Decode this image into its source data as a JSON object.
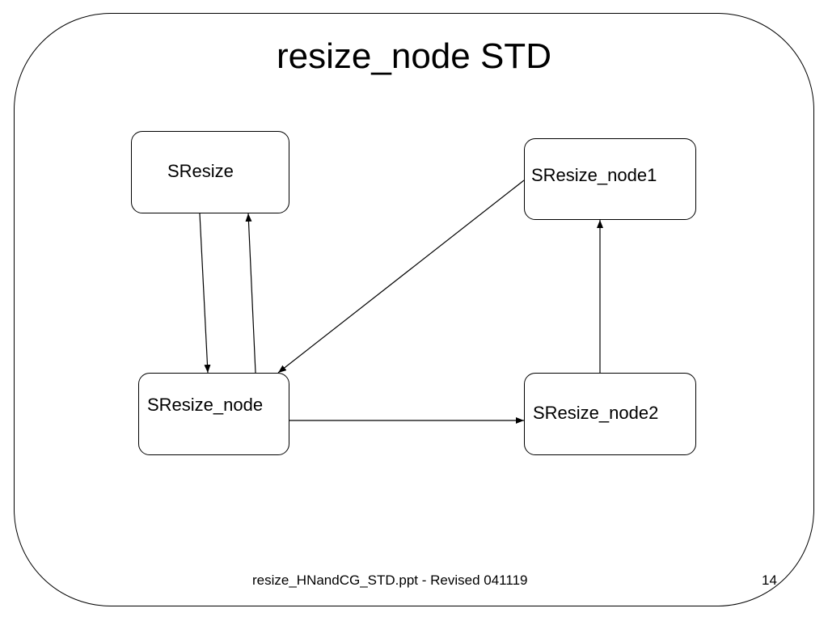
{
  "title": "resize_node STD",
  "states": {
    "sresize": "SResize",
    "sresize_node1": "SResize_node1",
    "sresize_node": "SResize_node",
    "sresize_node2": "SResize_node2"
  },
  "transitions": [
    {
      "from": "SResize",
      "to": "SResize_node"
    },
    {
      "from": "SResize_node",
      "to": "SResize"
    },
    {
      "from": "SResize_node1",
      "to": "SResize_node"
    },
    {
      "from": "SResize_node",
      "to": "SResize_node2"
    },
    {
      "from": "SResize_node2",
      "to": "SResize_node1"
    }
  ],
  "footer": {
    "text": "resize_HNandCG_STD.ppt - Revised 041119",
    "page_number": "14"
  }
}
